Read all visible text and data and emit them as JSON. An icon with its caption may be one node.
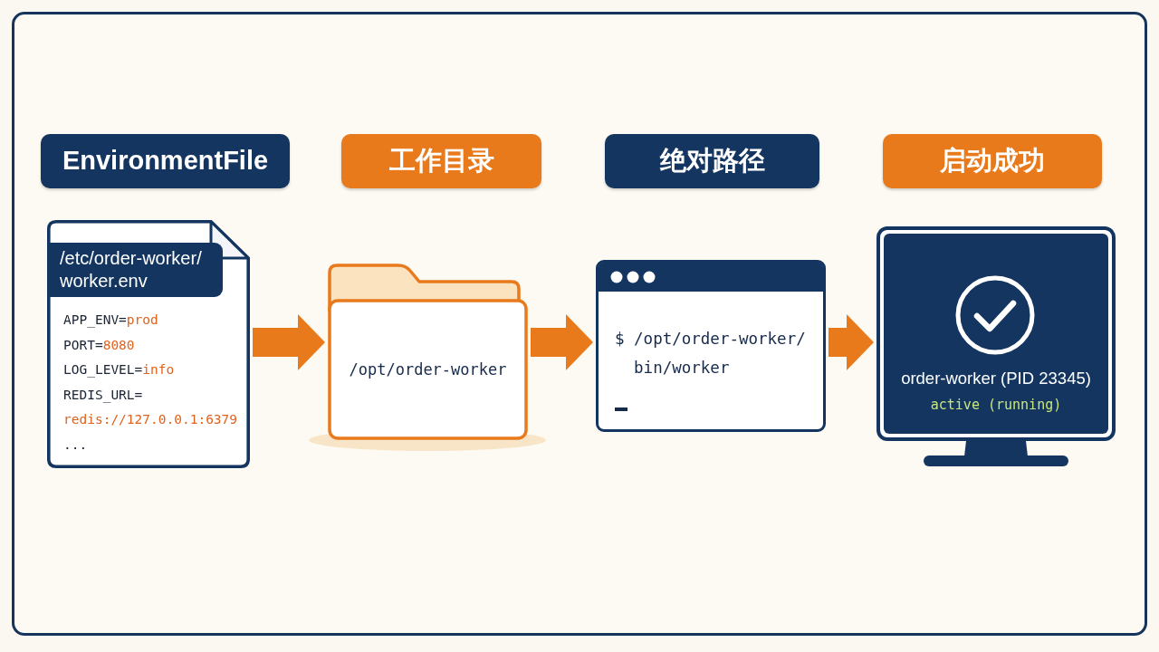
{
  "diagram": {
    "nodes": [
      {
        "text": [
          "EnvironmentFile"
        ]
      },
      {
        "text": [
          "工作目录"
        ]
      },
      {
        "text": [
          "绝对路径"
        ]
      },
      {
        "text": [
          "启动成功"
        ]
      },
      {
        "text": [
          "APP_ENV=prod",
          "PORT=8080",
          "LOG_LEVEL=info",
          "REDIS_URL= redis://127.0.0.1:6379",
          "..."
        ]
      },
      {
        "text": [
          "/etc/order-worker/ worker.env"
        ],
        "in": 4
      },
      {
        "text": [
          "/opt/order-worker"
        ]
      },
      {
        "text": [
          "$ /opt/order-worker/ bin/worker"
        ]
      },
      {
        "text": [
          "order-worker (PID 23345)",
          "active (running)"
        ]
      }
    ],
    "edges": [
      {
        "from": 4,
        "to": 6,
        "arrow": "to"
      },
      {
        "from": 6,
        "to": 7,
        "arrow": "to"
      },
      {
        "from": 7,
        "to": 8,
        "arrow": "to"
      }
    ]
  }
}
